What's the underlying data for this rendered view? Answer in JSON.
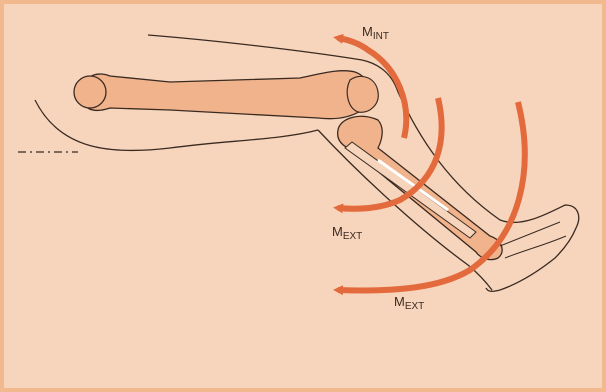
{
  "colors": {
    "background": "#f7d5bc",
    "border": "#f3b98e",
    "bone": "#f0b38c",
    "arrow": "#e36a3c",
    "line": "#3a2a22"
  },
  "labels": {
    "m_int": {
      "main": "M",
      "sub": "INT"
    },
    "m_ext_inner": {
      "main": "M",
      "sub": "EXT"
    },
    "m_ext_outer": {
      "main": "M",
      "sub": "EXT"
    }
  }
}
